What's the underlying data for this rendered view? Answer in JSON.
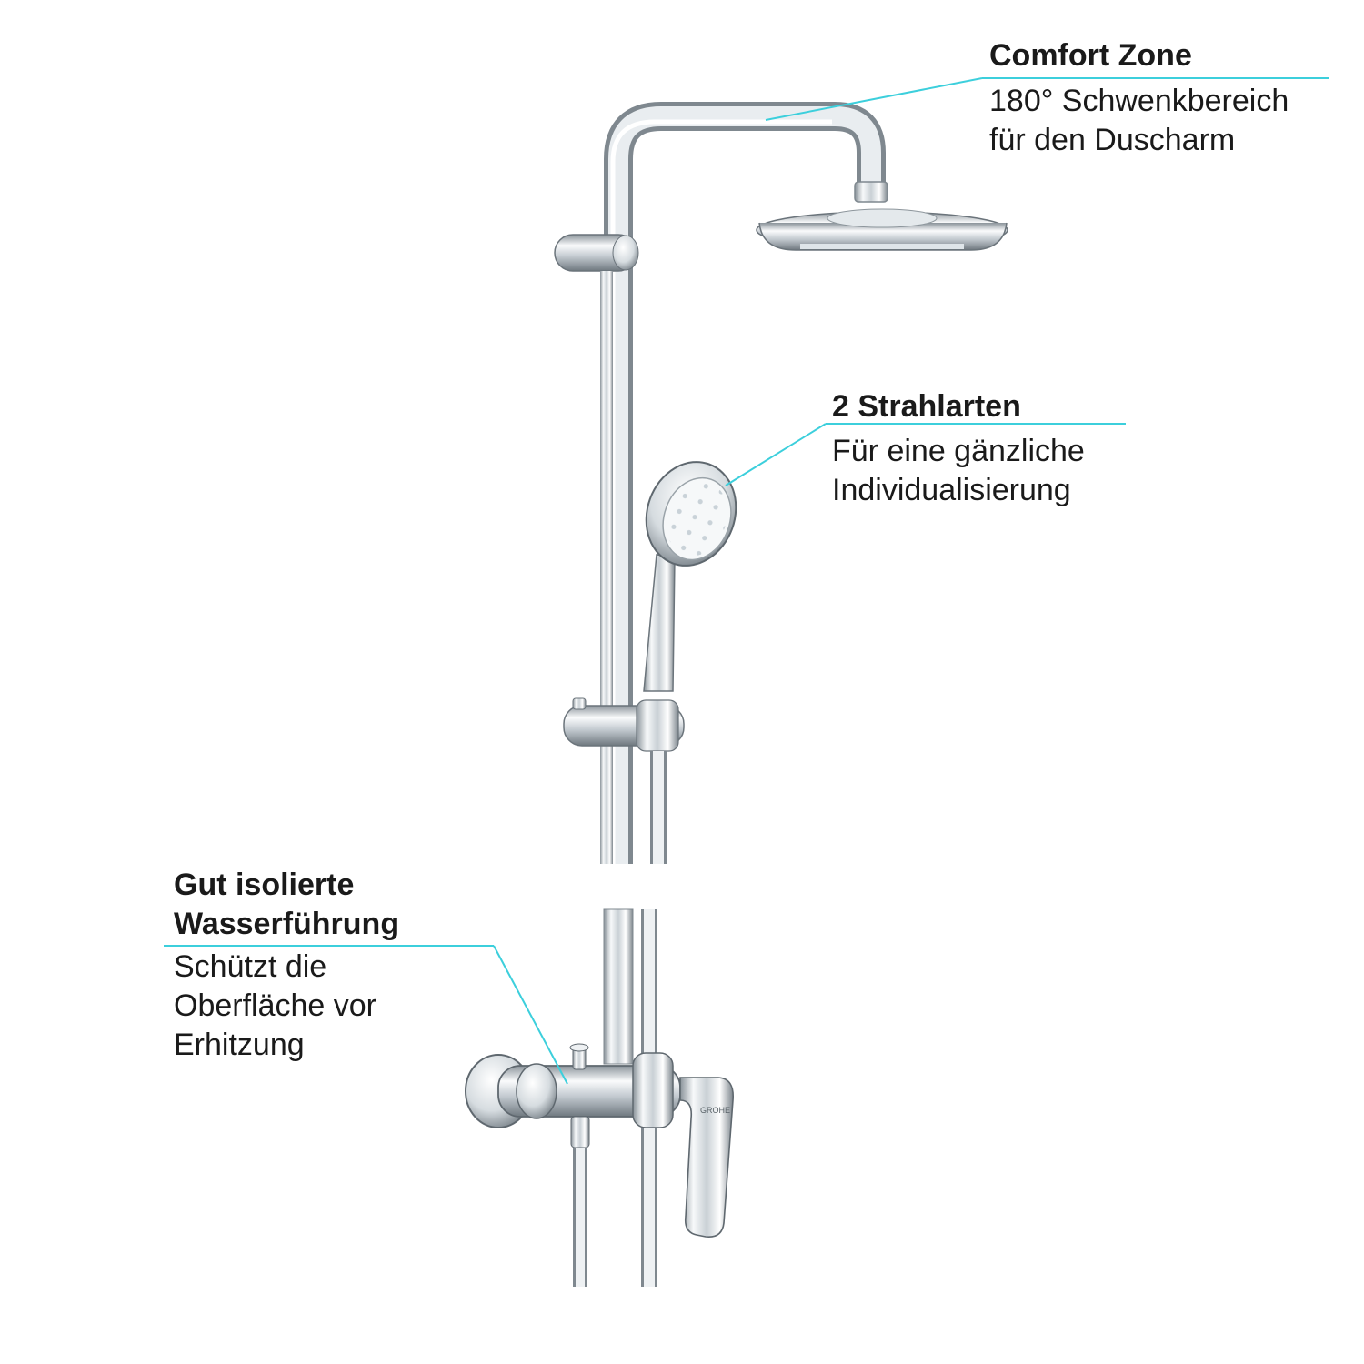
{
  "callouts": {
    "comfort_zone": {
      "title": "Comfort Zone",
      "desc": "180° Schwenkbereich\nfür den Duscharm"
    },
    "strahlarten": {
      "title": "2 Strahlarten",
      "desc": "Für eine gänzliche\nIndividualisierung"
    },
    "isolierung": {
      "title": "Gut isolierte\nWasserführung",
      "desc": "Schützt die\nOberfläche vor\nErhitzung"
    }
  },
  "colors": {
    "leader": "#3ccfdc",
    "text": "#1a1a1a",
    "chrome_light": "#f4f6f8",
    "chrome_dark": "#6e7880"
  },
  "icons": {
    "brand_mark": "grohe-logo",
    "handshower_face": "spray-nozzles"
  },
  "logo_text": "GROHE"
}
